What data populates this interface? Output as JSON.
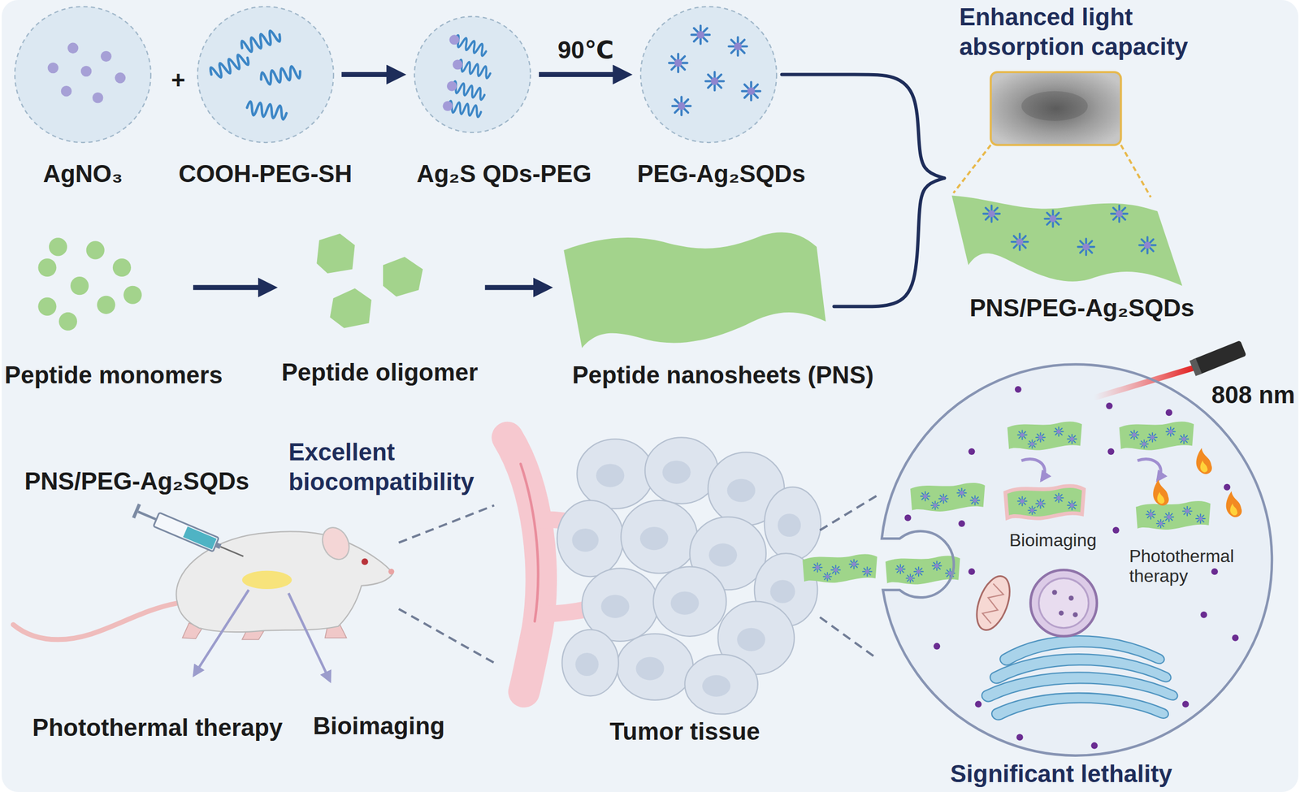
{
  "diagram": {
    "nodes": [
      {
        "text": [
          "AgNO₃"
        ]
      },
      {
        "text": [
          "COOH-PEG-SH"
        ]
      },
      {
        "text": [
          "Ag₂S QDs-PEG"
        ]
      },
      {
        "text": [
          "PEG-Ag₂SQDs"
        ]
      },
      {
        "text": [
          "Peptide monomers"
        ]
      },
      {
        "text": [
          "Peptide oligomer"
        ]
      },
      {
        "text": [
          "Peptide nanosheets (PNS)"
        ]
      },
      {
        "text": [
          "PNS/PEG-Ag₂SQDs"
        ]
      },
      {
        "text": [
          "PNS/PEG-Ag₂SQDs"
        ]
      },
      {
        "text": [
          "Tumor tissue"
        ]
      },
      {
        "text": [
          "Bioimaging",
          "Photothermal therapy",
          "Significant lethality"
        ]
      }
    ],
    "edges": [
      {
        "from": 1,
        "to": 2,
        "arrow": "to"
      },
      {
        "from": 2,
        "to": 3,
        "label": "90℃",
        "arrow": "to"
      },
      {
        "from": 4,
        "to": 5,
        "arrow": "to"
      },
      {
        "from": 5,
        "to": 6,
        "arrow": "to"
      },
      {
        "from": 3,
        "to": 7,
        "arrow": "none"
      },
      {
        "from": 6,
        "to": 7,
        "arrow": "none"
      },
      {
        "from": 8,
        "to": 9,
        "arrow": "none"
      },
      {
        "from": 8,
        "to": 9,
        "arrow": "none"
      },
      {
        "from": 9,
        "to": 10,
        "arrow": "none"
      },
      {
        "from": 9,
        "to": 10,
        "arrow": "none"
      }
    ],
    "labels": [
      "+",
      "Enhanced light absorption capacity",
      "Excellent biocompatibility",
      "Photothermal therapy",
      "Bioimaging",
      "808 nm"
    ]
  }
}
